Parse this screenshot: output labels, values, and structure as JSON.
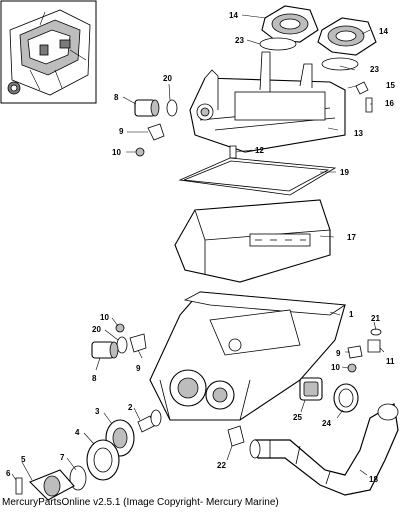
{
  "diagram": {
    "callouts": [
      "14",
      "14",
      "23",
      "23",
      "20",
      "15",
      "16",
      "8",
      "9",
      "13",
      "10",
      "12",
      "19",
      "17",
      "1",
      "10",
      "21",
      "20",
      "9",
      "9",
      "11",
      "8",
      "10",
      "2",
      "3",
      "4",
      "7",
      "5",
      "6",
      "22",
      "25",
      "24",
      "18"
    ]
  },
  "footer": {
    "text": "MercuryPartsOnline v2.5.1 (Image Copyright- Mercury Marine)"
  }
}
